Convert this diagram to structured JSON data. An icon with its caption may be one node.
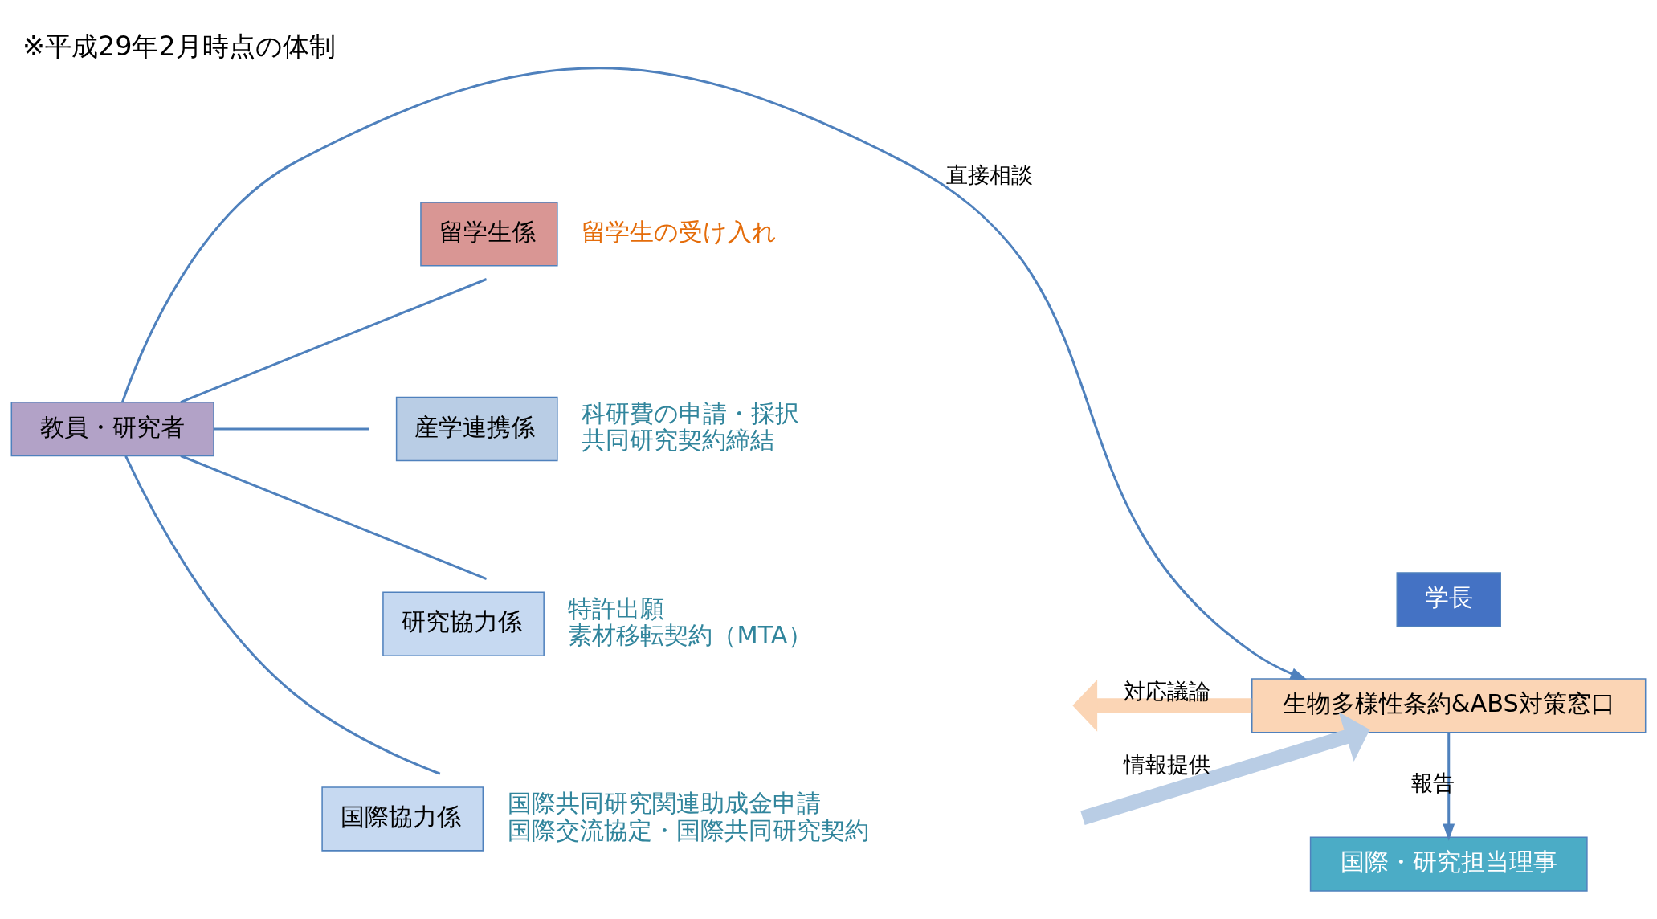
{
  "diagram": {
    "title": "※平成29年2月時点の体制",
    "nodes": [
      {
        "text": [
          "学長"
        ]
      },
      {
        "text": [
          "国際・研究担当理事"
        ]
      },
      {
        "text": [
          "生物多様性条約&ABS対策窓口"
        ]
      },
      {
        "text": [
          "教員・研究者"
        ]
      },
      {
        "text": [
          "留学生係"
        ],
        "beside": [
          "留学生の受け入れ"
        ]
      },
      {
        "text": [
          "産学連携係"
        ],
        "beside": [
          "科研費の申請・採択",
          "共同研究契約締結"
        ]
      },
      {
        "text": [
          "研究協力係"
        ],
        "beside": [
          "特許出願",
          "素材移転契約（MTA）"
        ]
      },
      {
        "text": [
          "国際協力係"
        ],
        "beside": [
          "国際共同研究関連助成金申請",
          "国際交流協定・国際共同研究契約"
        ]
      }
    ],
    "edges": [
      {
        "from": 2,
        "to": 1,
        "arrow": "to",
        "label": "報告"
      },
      {
        "from": 3,
        "to": 2,
        "arrow": "to",
        "label": "直接相談"
      },
      {
        "from": 3,
        "to": 4,
        "arrow": "none"
      },
      {
        "from": 3,
        "to": 5,
        "arrow": "none"
      },
      {
        "from": 3,
        "to": 6,
        "arrow": "none"
      },
      {
        "from": 3,
        "to": 7,
        "arrow": "none"
      },
      {
        "from": null,
        "to": 2,
        "arrow": "to",
        "label": "情報提供",
        "style": "thick",
        "color": "#b9cde5"
      },
      {
        "from": 2,
        "to": null,
        "arrow": "to",
        "label": "対応議論",
        "style": "thick",
        "color": "#fbd5b5"
      }
    ]
  }
}
